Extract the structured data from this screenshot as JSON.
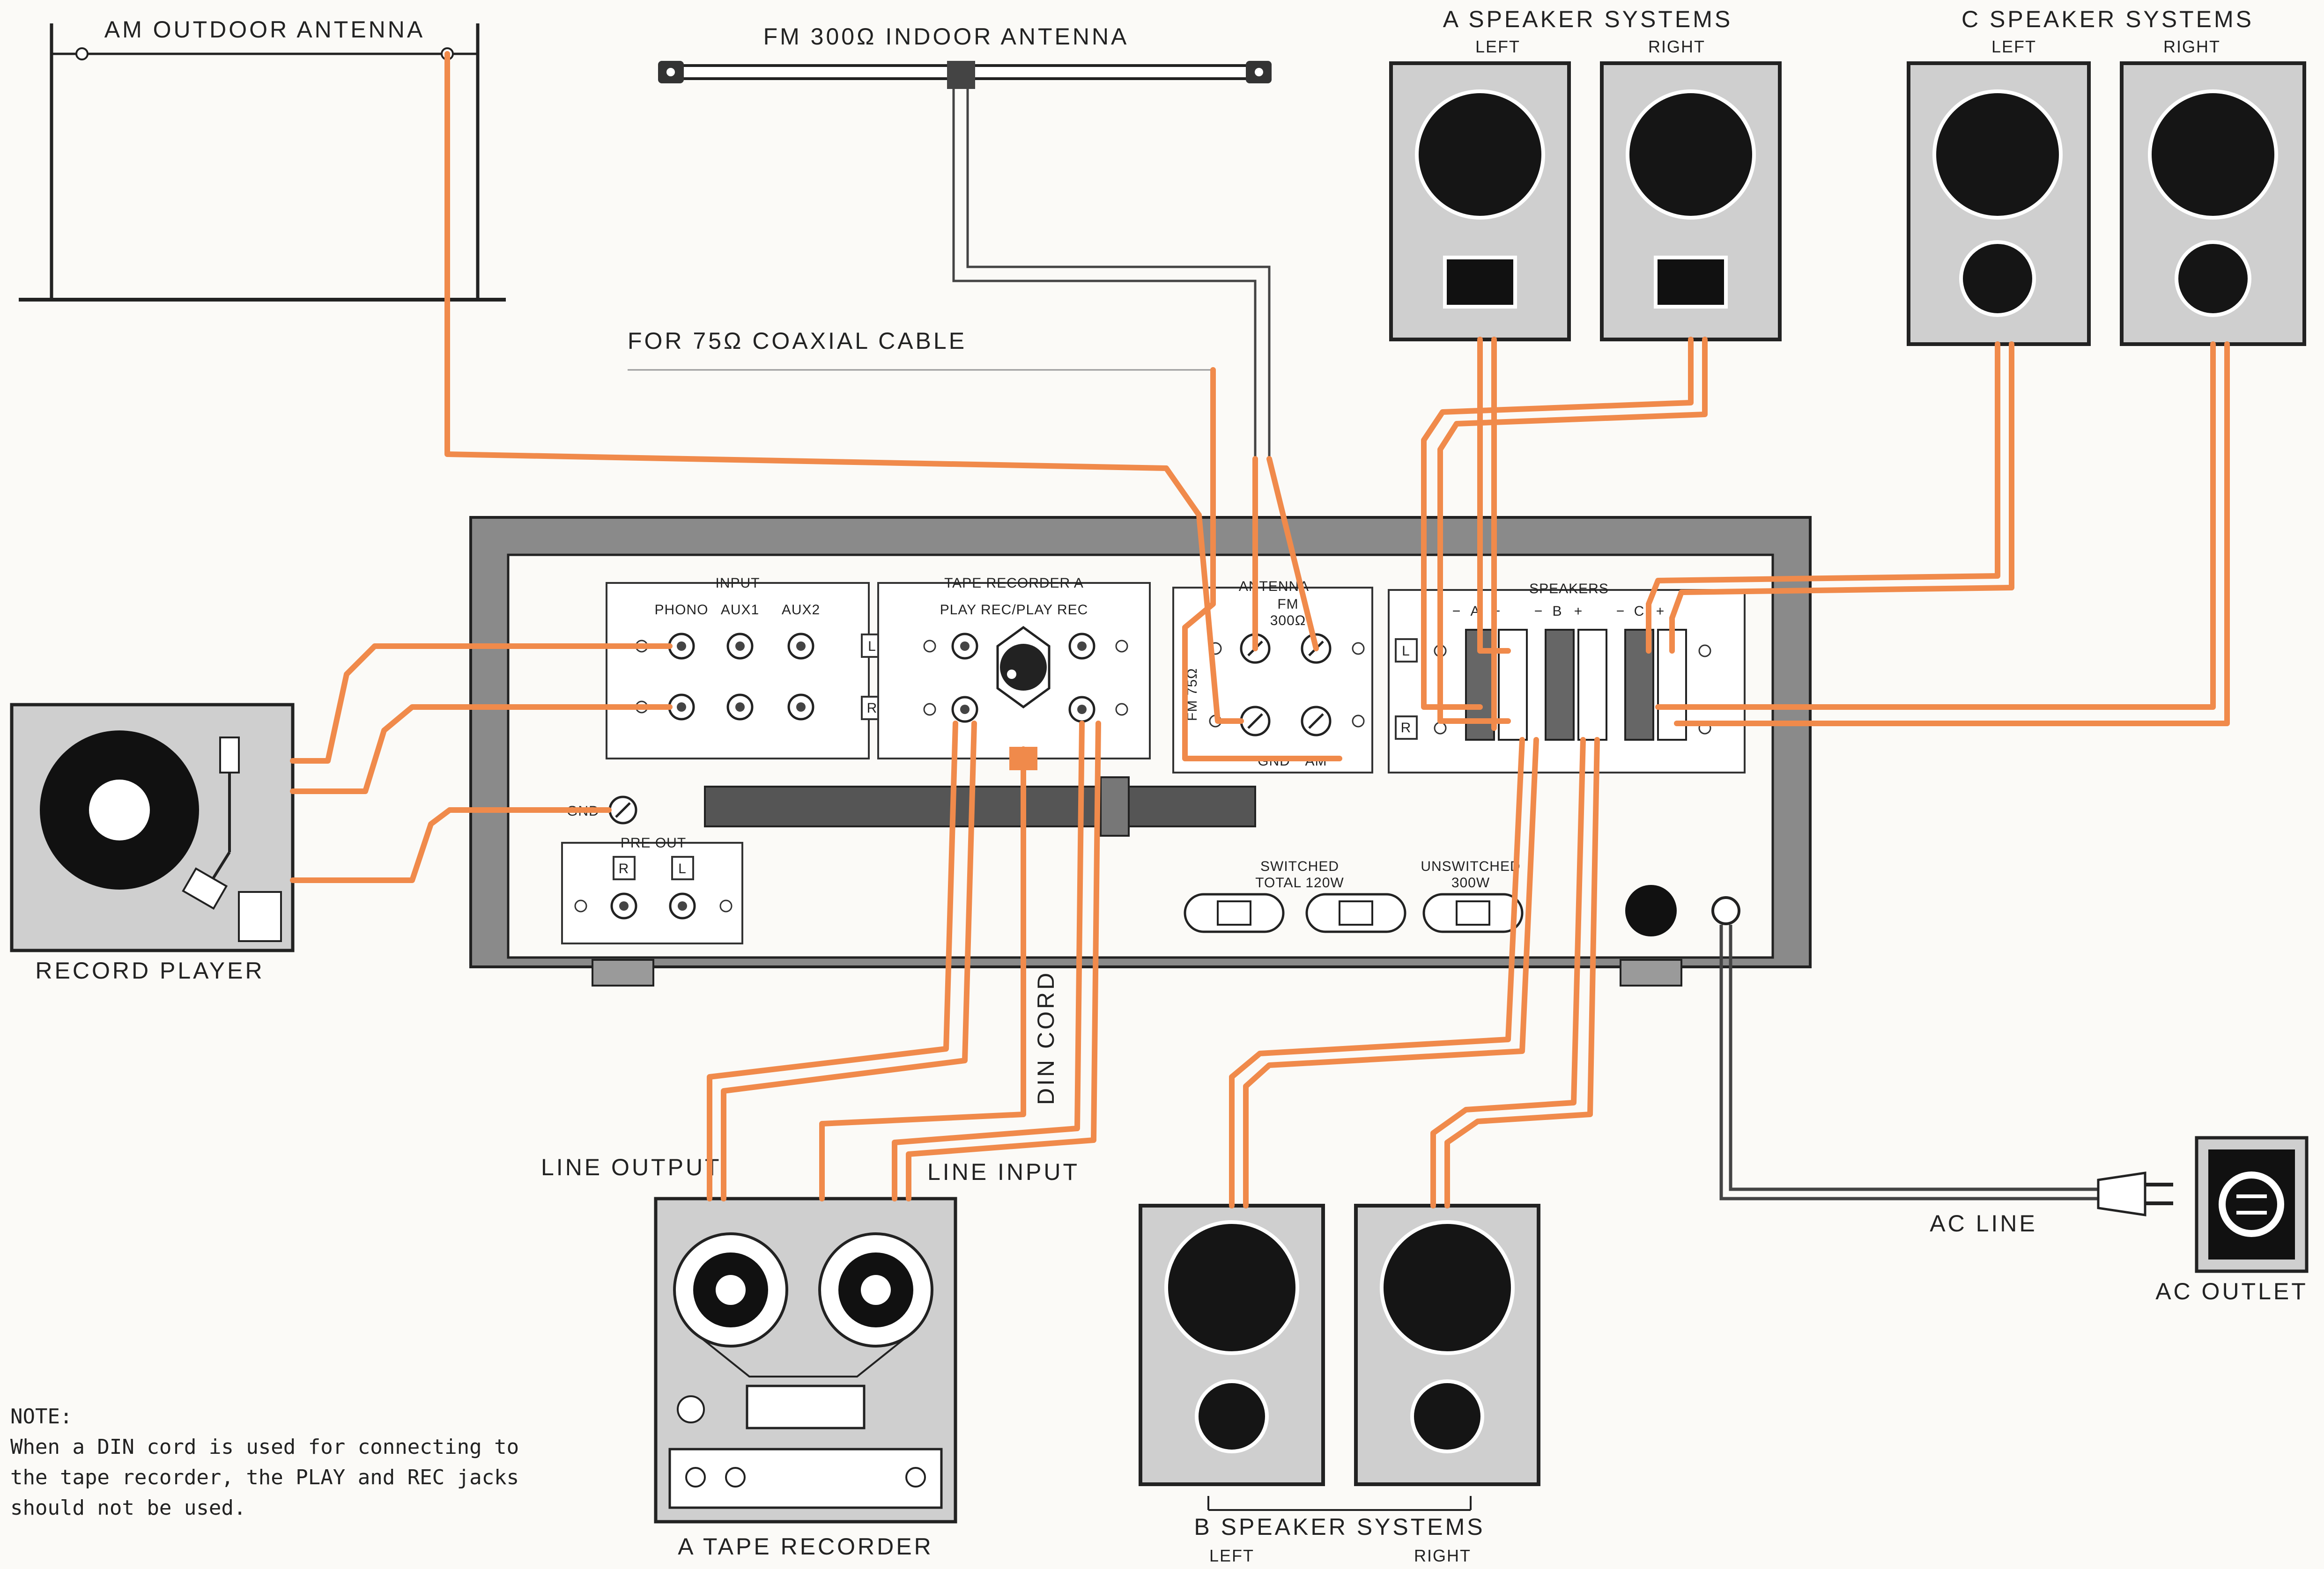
{
  "labels": {
    "am_antenna": "AM OUTDOOR ANTENNA",
    "fm_antenna": "FM 300Ω INDOOR ANTENNA",
    "coax": "FOR 75Ω COAXIAL CABLE",
    "a_speakers": "A SPEAKER SYSTEMS",
    "c_speakers": "C SPEAKER SYSTEMS",
    "b_speakers": "B SPEAKER SYSTEMS",
    "left": "LEFT",
    "right": "RIGHT",
    "record_player": "RECORD PLAYER",
    "tape_recorder": "A TAPE RECORDER",
    "line_output": "LINE OUTPUT",
    "line_input": "LINE INPUT",
    "din_cord": "DIN CORD",
    "ac_line": "AC LINE",
    "ac_outlet": "AC OUTLET"
  },
  "panel": {
    "input": "INPUT",
    "phono": "PHONO",
    "aux1": "AUX1",
    "aux2": "AUX2",
    "tape_recorder_a": "TAPE RECORDER A",
    "play_rec": "PLAY REC/PLAY REC",
    "antenna": "ANTENNA",
    "fm": "FM",
    "fm300": "300Ω",
    "fm75": "FM 75Ω",
    "gnd": "GND",
    "am": "AM",
    "speakers": "SPEAKERS",
    "spk_a": "A",
    "spk_b": "B",
    "spk_c": "C",
    "minus": "−",
    "plus": "+",
    "ch_l": "L",
    "ch_r": "R",
    "gnd_terminal": "GND",
    "pre_out": "PRE OUT",
    "switched": "SWITCHED",
    "switched_total": "TOTAL 120W",
    "unswitched": "UNSWITCHED",
    "unswitched_w": "300W"
  },
  "note": {
    "title": "NOTE:",
    "lines": [
      "When a DIN cord is used for connecting to",
      "the tape recorder, the PLAY and REC jacks",
      "should not be used."
    ]
  },
  "colors": {
    "cable": "#f08a4b",
    "ink": "#222222",
    "speaker_face": "#cfcfcf"
  }
}
